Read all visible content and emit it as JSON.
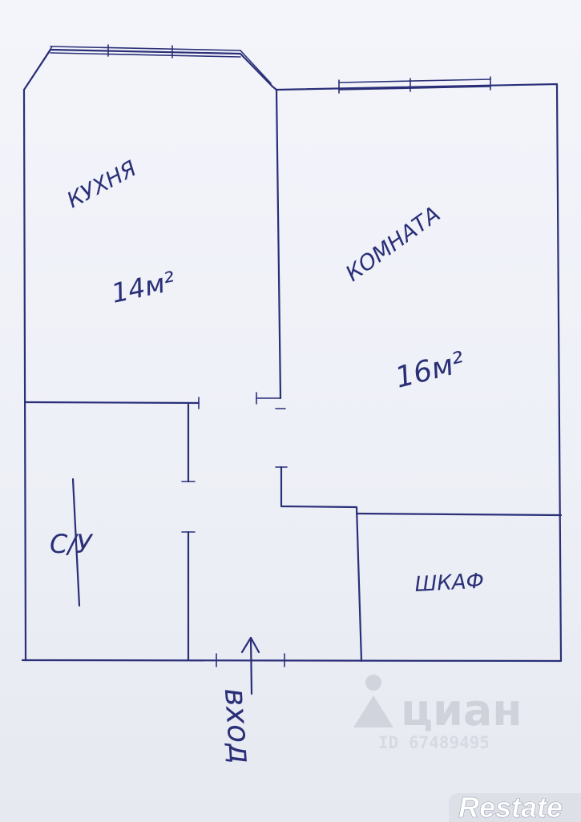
{
  "rooms": {
    "kitchen": {
      "name": "КУХНЯ",
      "area": "14м²"
    },
    "room": {
      "name": "КОМНАТА",
      "area": "16м²"
    },
    "bathroom": {
      "name": "С/У"
    },
    "wardrobe": {
      "name": "ШКАФ"
    }
  },
  "entrance_label": "вход",
  "watermark": {
    "brand": "циан",
    "listing_id": "ID 67489495"
  },
  "logo": "Restate",
  "colors": {
    "ink": "#2a2f78",
    "paper": "#f1f2f8",
    "watermark": "#c9ccd6"
  },
  "icons": {
    "watermark_mark": "cian-house-icon",
    "entrance": "arrow-up-icon"
  }
}
